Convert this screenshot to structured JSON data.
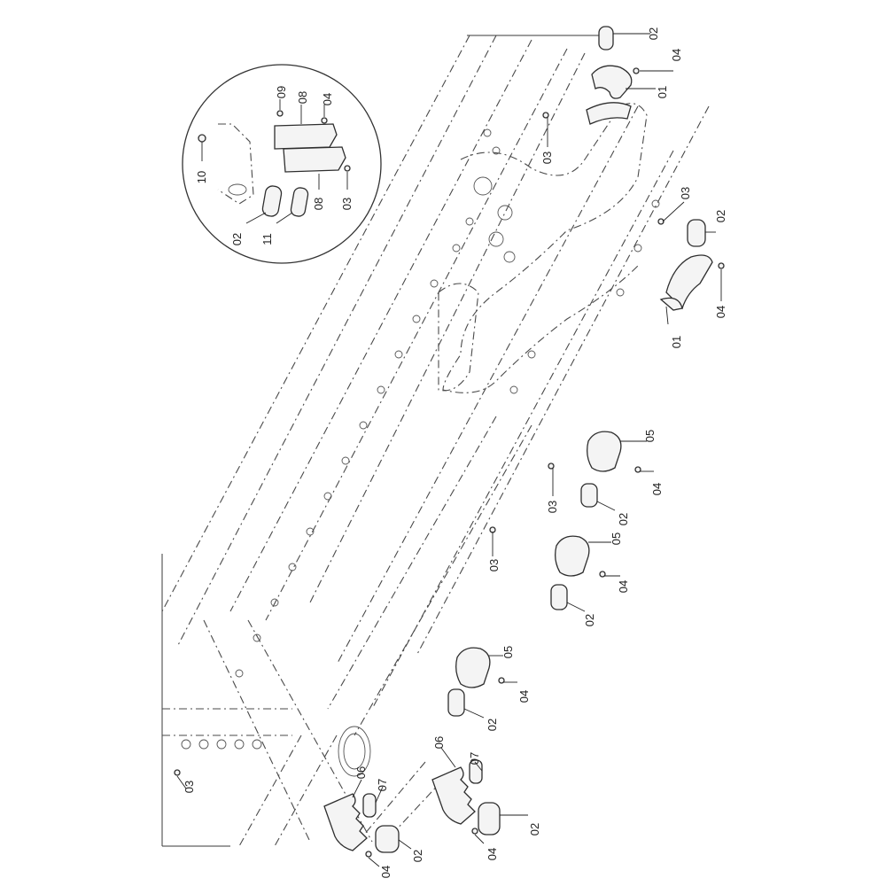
{
  "callouts": [
    {
      "id": "c1",
      "text": "02"
    },
    {
      "id": "c2",
      "text": "04"
    },
    {
      "id": "c3",
      "text": "01"
    },
    {
      "id": "c4",
      "text": "03"
    },
    {
      "id": "c5",
      "text": "03"
    },
    {
      "id": "c6",
      "text": "02"
    },
    {
      "id": "c7",
      "text": "04"
    },
    {
      "id": "c8",
      "text": "01"
    },
    {
      "id": "c9",
      "text": "05"
    },
    {
      "id": "c10",
      "text": "04"
    },
    {
      "id": "c11",
      "text": "03"
    },
    {
      "id": "c12",
      "text": "02"
    },
    {
      "id": "c13",
      "text": "05"
    },
    {
      "id": "c14",
      "text": "04"
    },
    {
      "id": "c15",
      "text": "02"
    },
    {
      "id": "c16",
      "text": "03"
    },
    {
      "id": "c17",
      "text": "05"
    },
    {
      "id": "c18",
      "text": "04"
    },
    {
      "id": "c19",
      "text": "02"
    },
    {
      "id": "c20",
      "text": "06"
    },
    {
      "id": "c21",
      "text": "07"
    },
    {
      "id": "c22",
      "text": "02"
    },
    {
      "id": "c23",
      "text": "04"
    },
    {
      "id": "c24",
      "text": "06"
    },
    {
      "id": "c25",
      "text": "07"
    },
    {
      "id": "c26",
      "text": "02"
    },
    {
      "id": "c27",
      "text": "04"
    },
    {
      "id": "c28",
      "text": "03"
    }
  ],
  "detail_callouts": [
    {
      "id": "d1",
      "text": "09"
    },
    {
      "id": "d2",
      "text": "08"
    },
    {
      "id": "d3",
      "text": "04"
    },
    {
      "id": "d4",
      "text": "10"
    },
    {
      "id": "d5",
      "text": "02"
    },
    {
      "id": "d6",
      "text": "11"
    },
    {
      "id": "d7",
      "text": "08"
    },
    {
      "id": "d8",
      "text": "03"
    }
  ]
}
